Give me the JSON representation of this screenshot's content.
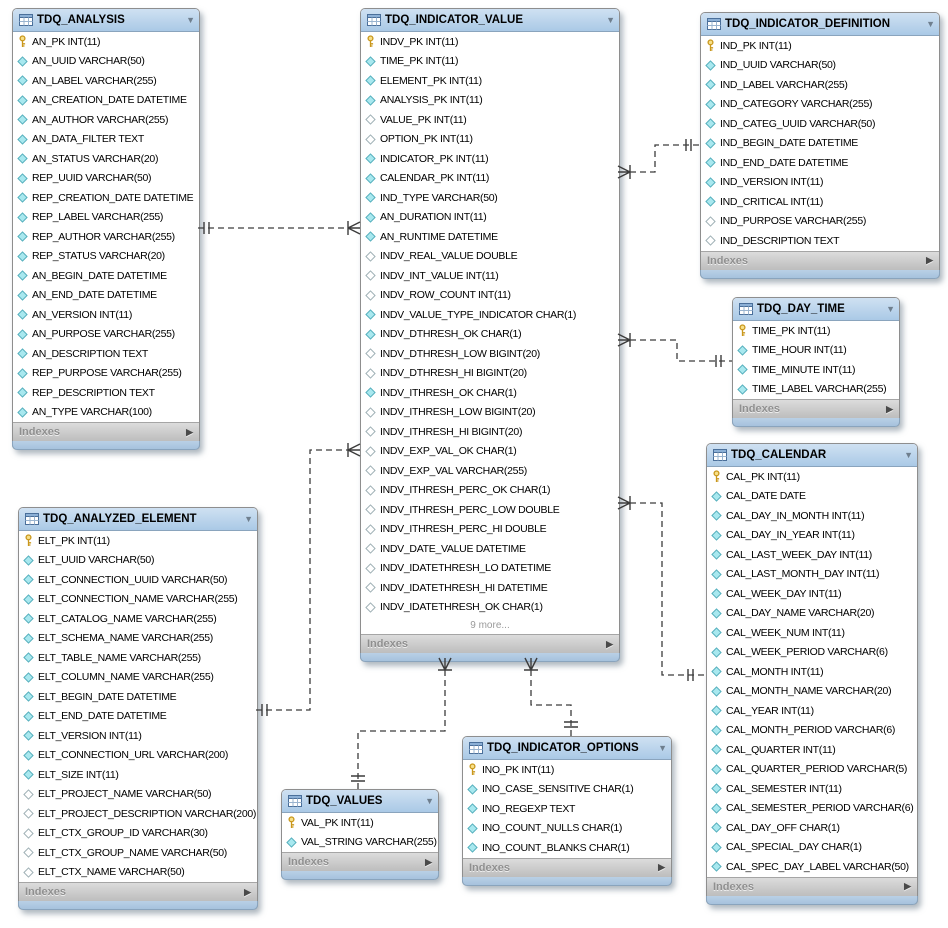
{
  "diagram": {
    "ui": {
      "collapse_arrow": "▼",
      "expand_arrow": "▶",
      "more_suffix": ""
    },
    "colors": {
      "header_blue": "#aac9e6",
      "footer_gray": "#c6c6c6",
      "strip_blue": "#a6c2dd",
      "key_yellow": "#f7e08a",
      "diamond_teal": "#a8e8ef",
      "line_dark": "#3c3c3c"
    },
    "tables": [
      {
        "id": "tdq_analysis",
        "name": "TDQ_ANALYSIS",
        "footer": "Indexes",
        "columns": [
          {
            "icon": "key",
            "label": "AN_PK INT(11)"
          },
          {
            "icon": "filled",
            "label": "AN_UUID VARCHAR(50)"
          },
          {
            "icon": "filled",
            "label": "AN_LABEL VARCHAR(255)"
          },
          {
            "icon": "filled",
            "label": "AN_CREATION_DATE DATETIME"
          },
          {
            "icon": "filled",
            "label": "AN_AUTHOR VARCHAR(255)"
          },
          {
            "icon": "filled",
            "label": "AN_DATA_FILTER TEXT"
          },
          {
            "icon": "filled",
            "label": "AN_STATUS VARCHAR(20)"
          },
          {
            "icon": "filled",
            "label": "REP_UUID VARCHAR(50)"
          },
          {
            "icon": "filled",
            "label": "REP_CREATION_DATE DATETIME"
          },
          {
            "icon": "filled",
            "label": "REP_LABEL VARCHAR(255)"
          },
          {
            "icon": "filled",
            "label": "REP_AUTHOR VARCHAR(255)"
          },
          {
            "icon": "filled",
            "label": "REP_STATUS VARCHAR(20)"
          },
          {
            "icon": "filled",
            "label": "AN_BEGIN_DATE DATETIME"
          },
          {
            "icon": "filled",
            "label": "AN_END_DATE DATETIME"
          },
          {
            "icon": "filled",
            "label": "AN_VERSION INT(11)"
          },
          {
            "icon": "filled",
            "label": "AN_PURPOSE VARCHAR(255)"
          },
          {
            "icon": "filled",
            "label": "AN_DESCRIPTION TEXT"
          },
          {
            "icon": "filled",
            "label": "REP_PURPOSE VARCHAR(255)"
          },
          {
            "icon": "filled",
            "label": "REP_DESCRIPTION TEXT"
          },
          {
            "icon": "filled",
            "label": "AN_TYPE VARCHAR(100)"
          }
        ]
      },
      {
        "id": "tdq_indicator_value",
        "name": "TDQ_INDICATOR_VALUE",
        "footer": "Indexes",
        "more": "9 more...",
        "columns": [
          {
            "icon": "key",
            "label": "INDV_PK INT(11)"
          },
          {
            "icon": "filled",
            "label": "TIME_PK INT(11)"
          },
          {
            "icon": "filled",
            "label": "ELEMENT_PK INT(11)"
          },
          {
            "icon": "filled",
            "label": "ANALYSIS_PK INT(11)"
          },
          {
            "icon": "hollow",
            "label": "VALUE_PK INT(11)"
          },
          {
            "icon": "hollow",
            "label": "OPTION_PK INT(11)"
          },
          {
            "icon": "filled",
            "label": "INDICATOR_PK INT(11)"
          },
          {
            "icon": "filled",
            "label": "CALENDAR_PK INT(11)"
          },
          {
            "icon": "filled",
            "label": "IND_TYPE VARCHAR(50)"
          },
          {
            "icon": "filled",
            "label": "AN_DURATION INT(11)"
          },
          {
            "icon": "filled",
            "label": "AN_RUNTIME DATETIME"
          },
          {
            "icon": "hollow",
            "label": "INDV_REAL_VALUE DOUBLE"
          },
          {
            "icon": "hollow",
            "label": "INDV_INT_VALUE INT(11)"
          },
          {
            "icon": "hollow",
            "label": "INDV_ROW_COUNT INT(11)"
          },
          {
            "icon": "filled",
            "label": "INDV_VALUE_TYPE_INDICATOR CHAR(1)"
          },
          {
            "icon": "filled",
            "label": "INDV_DTHRESH_OK CHAR(1)"
          },
          {
            "icon": "hollow",
            "label": "INDV_DTHRESH_LOW BIGINT(20)"
          },
          {
            "icon": "hollow",
            "label": "INDV_DTHRESH_HI BIGINT(20)"
          },
          {
            "icon": "filled",
            "label": "INDV_ITHRESH_OK CHAR(1)"
          },
          {
            "icon": "hollow",
            "label": "INDV_ITHRESH_LOW BIGINT(20)"
          },
          {
            "icon": "hollow",
            "label": "INDV_ITHRESH_HI BIGINT(20)"
          },
          {
            "icon": "hollow",
            "label": "INDV_EXP_VAL_OK CHAR(1)"
          },
          {
            "icon": "hollow",
            "label": "INDV_EXP_VAL VARCHAR(255)"
          },
          {
            "icon": "hollow",
            "label": "INDV_ITHRESH_PERC_OK CHAR(1)"
          },
          {
            "icon": "hollow",
            "label": "INDV_ITHRESH_PERC_LOW DOUBLE"
          },
          {
            "icon": "hollow",
            "label": "INDV_ITHRESH_PERC_HI DOUBLE"
          },
          {
            "icon": "hollow",
            "label": "INDV_DATE_VALUE DATETIME"
          },
          {
            "icon": "hollow",
            "label": "INDV_IDATETHRESH_LO DATETIME"
          },
          {
            "icon": "hollow",
            "label": "INDV_IDATETHRESH_HI DATETIME"
          },
          {
            "icon": "hollow",
            "label": "INDV_IDATETHRESH_OK CHAR(1)"
          }
        ]
      },
      {
        "id": "tdq_indicator_definition",
        "name": "TDQ_INDICATOR_DEFINITION",
        "footer": "Indexes",
        "columns": [
          {
            "icon": "key",
            "label": "IND_PK INT(11)"
          },
          {
            "icon": "filled",
            "label": "IND_UUID VARCHAR(50)"
          },
          {
            "icon": "filled",
            "label": "IND_LABEL VARCHAR(255)"
          },
          {
            "icon": "filled",
            "label": "IND_CATEGORY VARCHAR(255)"
          },
          {
            "icon": "filled",
            "label": "IND_CATEG_UUID VARCHAR(50)"
          },
          {
            "icon": "filled",
            "label": "IND_BEGIN_DATE DATETIME"
          },
          {
            "icon": "filled",
            "label": "IND_END_DATE DATETIME"
          },
          {
            "icon": "filled",
            "label": "IND_VERSION INT(11)"
          },
          {
            "icon": "filled",
            "label": "IND_CRITICAL INT(11)"
          },
          {
            "icon": "hollow",
            "label": "IND_PURPOSE VARCHAR(255)"
          },
          {
            "icon": "hollow",
            "label": "IND_DESCRIPTION TEXT"
          }
        ]
      },
      {
        "id": "tdq_day_time",
        "name": "TDQ_DAY_TIME",
        "footer": "Indexes",
        "columns": [
          {
            "icon": "key",
            "label": "TIME_PK INT(11)"
          },
          {
            "icon": "filled",
            "label": "TIME_HOUR INT(11)"
          },
          {
            "icon": "filled",
            "label": "TIME_MINUTE INT(11)"
          },
          {
            "icon": "filled",
            "label": "TIME_LABEL VARCHAR(255)"
          }
        ]
      },
      {
        "id": "tdq_calendar",
        "name": "TDQ_CALENDAR",
        "footer": "Indexes",
        "columns": [
          {
            "icon": "key",
            "label": "CAL_PK INT(11)"
          },
          {
            "icon": "filled",
            "label": "CAL_DATE DATE"
          },
          {
            "icon": "filled",
            "label": "CAL_DAY_IN_MONTH INT(11)"
          },
          {
            "icon": "filled",
            "label": "CAL_DAY_IN_YEAR INT(11)"
          },
          {
            "icon": "filled",
            "label": "CAL_LAST_WEEK_DAY INT(11)"
          },
          {
            "icon": "filled",
            "label": "CAL_LAST_MONTH_DAY INT(11)"
          },
          {
            "icon": "filled",
            "label": "CAL_WEEK_DAY INT(11)"
          },
          {
            "icon": "filled",
            "label": "CAL_DAY_NAME VARCHAR(20)"
          },
          {
            "icon": "filled",
            "label": "CAL_WEEK_NUM INT(11)"
          },
          {
            "icon": "filled",
            "label": "CAL_WEEK_PERIOD VARCHAR(6)"
          },
          {
            "icon": "filled",
            "label": "CAL_MONTH INT(11)"
          },
          {
            "icon": "filled",
            "label": "CAL_MONTH_NAME VARCHAR(20)"
          },
          {
            "icon": "filled",
            "label": "CAL_YEAR INT(11)"
          },
          {
            "icon": "filled",
            "label": "CAL_MONTH_PERIOD VARCHAR(6)"
          },
          {
            "icon": "filled",
            "label": "CAL_QUARTER INT(11)"
          },
          {
            "icon": "filled",
            "label": "CAL_QUARTER_PERIOD VARCHAR(5)"
          },
          {
            "icon": "filled",
            "label": "CAL_SEMESTER INT(11)"
          },
          {
            "icon": "filled",
            "label": "CAL_SEMESTER_PERIOD VARCHAR(6)"
          },
          {
            "icon": "filled",
            "label": "CAL_DAY_OFF CHAR(1)"
          },
          {
            "icon": "filled",
            "label": "CAL_SPECIAL_DAY CHAR(1)"
          },
          {
            "icon": "filled",
            "label": "CAL_SPEC_DAY_LABEL VARCHAR(50)"
          }
        ]
      },
      {
        "id": "tdq_analyzed_element",
        "name": "TDQ_ANALYZED_ELEMENT",
        "footer": "Indexes",
        "columns": [
          {
            "icon": "key",
            "label": "ELT_PK INT(11)"
          },
          {
            "icon": "filled",
            "label": "ELT_UUID VARCHAR(50)"
          },
          {
            "icon": "filled",
            "label": "ELT_CONNECTION_UUID VARCHAR(50)"
          },
          {
            "icon": "filled",
            "label": "ELT_CONNECTION_NAME VARCHAR(255)"
          },
          {
            "icon": "filled",
            "label": "ELT_CATALOG_NAME VARCHAR(255)"
          },
          {
            "icon": "filled",
            "label": "ELT_SCHEMA_NAME VARCHAR(255)"
          },
          {
            "icon": "filled",
            "label": "ELT_TABLE_NAME VARCHAR(255)"
          },
          {
            "icon": "filled",
            "label": "ELT_COLUMN_NAME VARCHAR(255)"
          },
          {
            "icon": "filled",
            "label": "ELT_BEGIN_DATE DATETIME"
          },
          {
            "icon": "filled",
            "label": "ELT_END_DATE DATETIME"
          },
          {
            "icon": "filled",
            "label": "ELT_VERSION INT(11)"
          },
          {
            "icon": "filled",
            "label": "ELT_CONNECTION_URL VARCHAR(200)"
          },
          {
            "icon": "filled",
            "label": "ELT_SIZE INT(11)"
          },
          {
            "icon": "hollow",
            "label": "ELT_PROJECT_NAME VARCHAR(50)"
          },
          {
            "icon": "hollow",
            "label": "ELT_PROJECT_DESCRIPTION VARCHAR(200)"
          },
          {
            "icon": "hollow",
            "label": "ELT_CTX_GROUP_ID VARCHAR(30)"
          },
          {
            "icon": "hollow",
            "label": "ELT_CTX_GROUP_NAME VARCHAR(50)"
          },
          {
            "icon": "hollow",
            "label": "ELT_CTX_NAME VARCHAR(50)"
          }
        ]
      },
      {
        "id": "tdq_values",
        "name": "TDQ_VALUES",
        "footer": "Indexes",
        "columns": [
          {
            "icon": "key",
            "label": "VAL_PK INT(11)"
          },
          {
            "icon": "filled",
            "label": "VAL_STRING VARCHAR(255)"
          }
        ]
      },
      {
        "id": "tdq_indicator_options",
        "name": "TDQ_INDICATOR_OPTIONS",
        "footer": "Indexes",
        "columns": [
          {
            "icon": "key",
            "label": "INO_PK INT(11)"
          },
          {
            "icon": "filled",
            "label": "INO_CASE_SENSITIVE CHAR(1)"
          },
          {
            "icon": "filled",
            "label": "INO_REGEXP TEXT"
          },
          {
            "icon": "filled",
            "label": "INO_COUNT_NULLS CHAR(1)"
          },
          {
            "icon": "filled",
            "label": "INO_COUNT_BLANKS CHAR(1)"
          }
        ]
      }
    ],
    "relationships": [
      {
        "one": "TDQ_ANALYSIS",
        "many": "TDQ_INDICATOR_VALUE",
        "style": "dashed"
      },
      {
        "one": "TDQ_INDICATOR_DEFINITION",
        "many": "TDQ_INDICATOR_VALUE",
        "style": "dashed"
      },
      {
        "one": "TDQ_DAY_TIME",
        "many": "TDQ_INDICATOR_VALUE",
        "style": "dashed"
      },
      {
        "one": "TDQ_CALENDAR",
        "many": "TDQ_INDICATOR_VALUE",
        "style": "dashed"
      },
      {
        "one": "TDQ_ANALYZED_ELEMENT",
        "many": "TDQ_INDICATOR_VALUE",
        "style": "dashed"
      },
      {
        "one": "TDQ_VALUES",
        "many": "TDQ_INDICATOR_VALUE",
        "style": "dashed"
      },
      {
        "one": "TDQ_INDICATOR_OPTIONS",
        "many": "TDQ_INDICATOR_VALUE",
        "style": "dashed"
      }
    ]
  }
}
